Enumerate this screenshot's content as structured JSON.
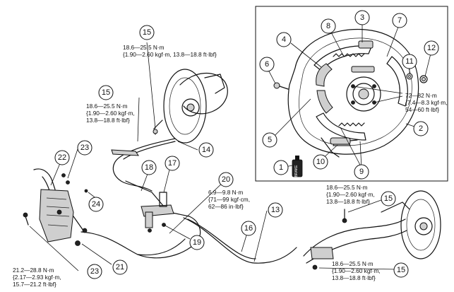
{
  "diagram": {
    "callouts": [
      {
        "id": "c1",
        "label": "1"
      },
      {
        "id": "c2",
        "label": "2"
      },
      {
        "id": "c3",
        "label": "3"
      },
      {
        "id": "c4",
        "label": "4"
      },
      {
        "id": "c5",
        "label": "5"
      },
      {
        "id": "c6",
        "label": "6"
      },
      {
        "id": "c7",
        "label": "7"
      },
      {
        "id": "c8",
        "label": "8"
      },
      {
        "id": "c9",
        "label": "9"
      },
      {
        "id": "c10",
        "label": "10"
      },
      {
        "id": "c11",
        "label": "11"
      },
      {
        "id": "c12",
        "label": "12"
      },
      {
        "id": "c13",
        "label": "13"
      },
      {
        "id": "c14",
        "label": "14"
      },
      {
        "id": "c15a",
        "label": "15"
      },
      {
        "id": "c15b",
        "label": "15"
      },
      {
        "id": "c15c",
        "label": "15"
      },
      {
        "id": "c15d",
        "label": "15"
      },
      {
        "id": "c16",
        "label": "16"
      },
      {
        "id": "c17",
        "label": "17"
      },
      {
        "id": "c18",
        "label": "18"
      },
      {
        "id": "c19",
        "label": "19"
      },
      {
        "id": "c20",
        "label": "20"
      },
      {
        "id": "c21",
        "label": "21"
      },
      {
        "id": "c22",
        "label": "22"
      },
      {
        "id": "c23a",
        "label": "23"
      },
      {
        "id": "c23b",
        "label": "23"
      },
      {
        "id": "c24",
        "label": "24"
      }
    ],
    "torque_specs": [
      {
        "id": "t15a",
        "lines": [
          "18.6—25.5 N·m",
          "{1.90—2.60 kgf·m, 13.8—18.8 ft·lbf}"
        ]
      },
      {
        "id": "t15b",
        "lines": [
          "18.6—25.5 N·m",
          "{1.90—2.60 kgf·m,",
          "13.8—18.8 ft·lbf}"
        ]
      },
      {
        "id": "t20",
        "lines": [
          "6.9—9.8 N·m",
          "{71—99 kgf·cm,",
          "62—86 in·lbf}"
        ]
      },
      {
        "id": "t15c",
        "lines": [
          "18.6—25.5 N·m",
          "{1.90—2.60 kgf·m,",
          "13.8—18.8 ft·lbf}"
        ]
      },
      {
        "id": "t15d",
        "lines": [
          "18.6—25.5 N·m",
          "{1.90—2.60 kgf·m,",
          "13.8—18.8 ft·lbf}"
        ]
      },
      {
        "id": "t23",
        "lines": [
          "21.2—28.8 N·m",
          "{2.17—2.93 kgf·m,",
          "15.7—21.2 ft·lbf}"
        ]
      },
      {
        "id": "t72",
        "lines": [
          "72—82 N·m",
          "{7.4—8.3 kgf·m,",
          "54—60 ft·lbf}"
        ]
      }
    ],
    "can_label": "BRAKE"
  }
}
